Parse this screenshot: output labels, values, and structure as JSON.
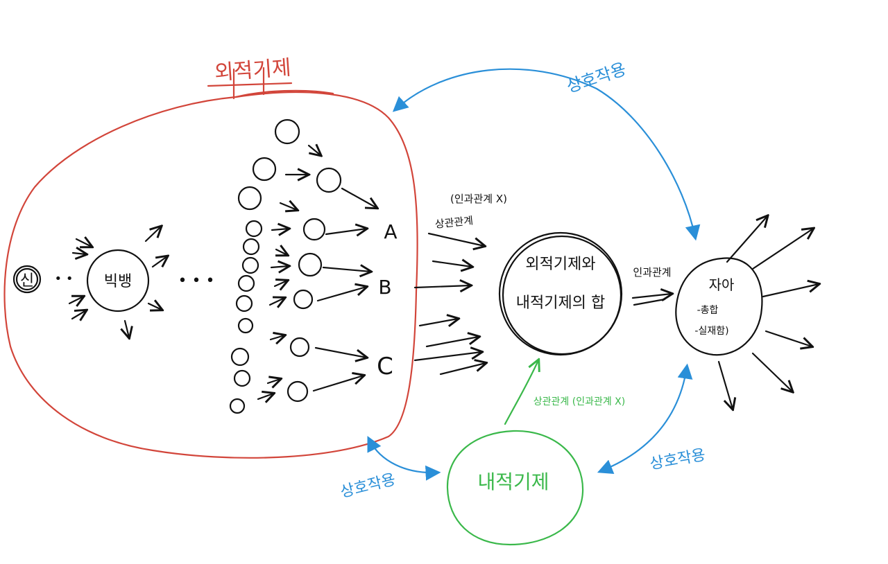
{
  "colors": {
    "ink": "#111111",
    "external_factor": "#d2453a",
    "internal_factor": "#3ab84a",
    "interaction": "#2a8fd8"
  },
  "external": {
    "title": "외적기제",
    "god": "신",
    "big_bang": "빅뱅",
    "ellipsis": "• • •",
    "dots": "• •",
    "label_a": "A",
    "label_b": "B",
    "label_c": "C"
  },
  "flow": {
    "not_causal": "(인과관계 X)",
    "correlation": "상관관계",
    "causal": "인과관계"
  },
  "sum_node": {
    "line1": "외적기제와",
    "line2": "내적기제의 합"
  },
  "self_node": {
    "title": "자아",
    "line1": "-총합",
    "line2": "-실재함)"
  },
  "internal": {
    "title": "내적기제",
    "relation": "상관관계 (인과관계 X)"
  },
  "interaction": {
    "top": "상호작용",
    "bottom_left": "상호작용",
    "bottom_right": "상호작용"
  }
}
